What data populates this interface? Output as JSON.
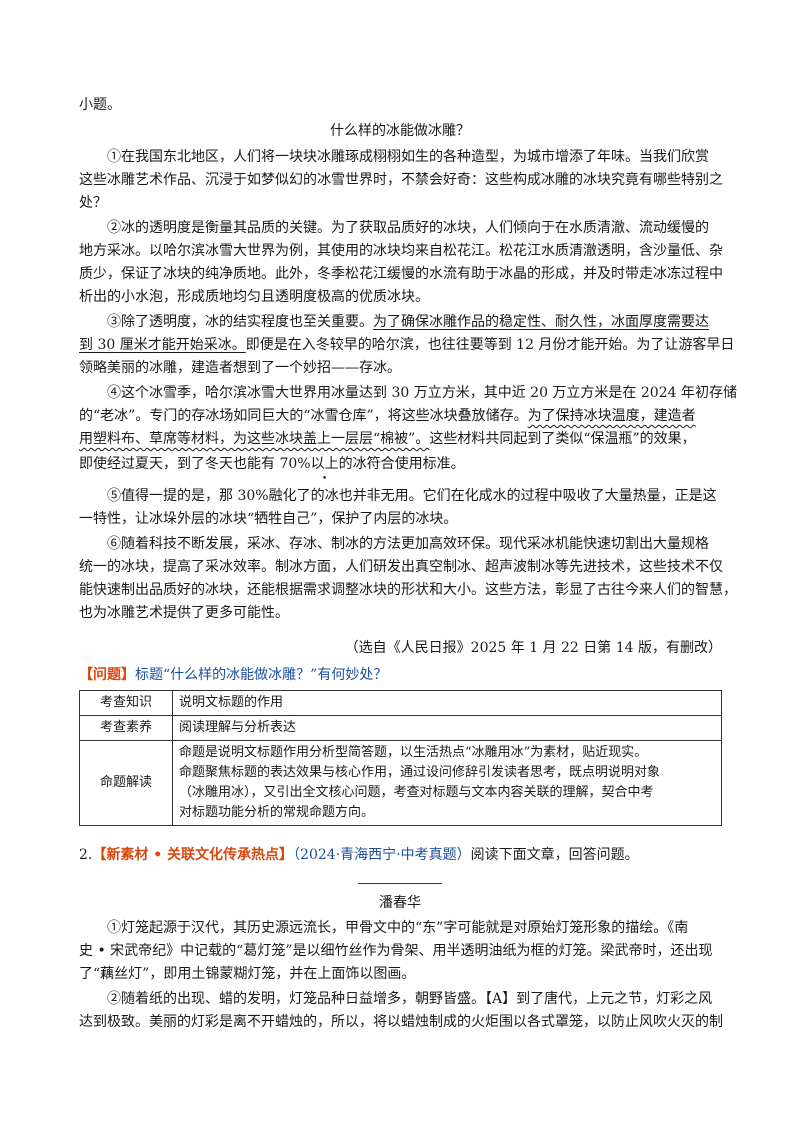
{
  "lines": {
    "l01": "小题。",
    "title1": "什么样的冰能做冰雕？",
    "p1a": "①在我国东北地区，人们将一块块冰雕琢成栩栩如生的各种造型，为城市增添了年味。当我们欣赏",
    "p1b": "这些冰雕艺术作品、沉浸于如梦似幻的冰雪世界时，不禁会好奇：这些构成冰雕的冰块究竟有哪些特别之",
    "p1c": "处？",
    "p2a": "②冰的透明度是衡量其品质的关键。为了获取品质好的冰块，人们倾向于在水质清澈、流动缓慢的",
    "p2b": "地方采冰。以哈尔滨冰雪大世界为例，其使用的冰块均来自松花江。松花江水质清澈透明，含沙量低、杂",
    "p2c": "质少，保证了冰块的纯净质地。此外，冬季松花江缓慢的水流有助于冰晶的形成，并及时带走冰冻过程中",
    "p2d": "析出的小水泡，形成质地均匀且透明度极高的优质冰块。",
    "p3a_pre": "③除了透明度，冰的结实程度也至关重要。",
    "p3a_ul": "为了确保冰雕作品的稳定性、耐久性，冰面厚度需要达",
    "p3b_ul": "到 30 厘米才能开始采冰。",
    "p3b_post": "即便是在入冬较早的哈尔滨，也往往要等到 12 月份才能开始。为了让游客早日",
    "p3c": "领略美丽的冰雕，建造者想到了一个妙招——存冰。",
    "p4a": "④这个冰雪季，哈尔滨冰雪大世界用冰量达到 30 万立方米，其中近 20 万立方米是在 2024 年初存储",
    "p4b_pre": "的“老冰”。专门的存冰场如同巨大的“冰雪仓库”，将这些冰块叠放储存。",
    "p4b_wavy": "为了保持冰块温度，建造者",
    "p4c_wavy": "用塑料布、草席等材料，为这些冰块盖上一层层“棉被”。",
    "p4c_post": "这些材料共同起到了类似“保温瓶”的效果，",
    "p4d_pre": "即使经过夏天，到了冬天也能有 70%",
    "p4d_dot": "以上",
    "p4d_post": "的冰符合使用标准。",
    "p5a": "⑤值得一提的是，那 30%融化了的冰也并非无用。它们在化成水的过程中吸收了大量热量，正是这",
    "p5b": "一特性，让冰垛外层的冰块“牺牲自己”，保护了内层的冰块。",
    "p6a": "⑥随着科技不断发展，采冰、存冰、制冰的方法更加高效环保。现代采冰机能快速切割出大量规格",
    "p6b": "统一的冰块，提高了采冰效率。制冰方面，人们研发出真空制冰、超声波制冰等先进技术，这些技术不仅",
    "p6c": "能快速制出品质好的冰块，还能根据需求调整冰块的形状和大小。这些方法，彰显了古往今来人们的智慧，",
    "p6d": "也为冰雕艺术提供了更多可能性。",
    "source": "（选自《人民日报》2025 年 1 月 22 日第 14 版，有删改）",
    "question_tag": "【问题】",
    "question_text": "标题“什么样的冰能做冰雕？”有何妙处？"
  },
  "table": {
    "rows": [
      {
        "key": "考查知识",
        "value": "说明文标题的作用"
      },
      {
        "key": "考查素养",
        "value": "阅读理解与分析表达"
      },
      {
        "key": "命题解读",
        "value_lines": [
          "命题是说明文标题作用分析型简答题，以生活热点“冰雕用冰”为素材，贴近现实。",
          "命题聚焦标题的表达效果与核心作用，通过设问修辞引发读者思考，既点明说明对象",
          "（冰雕用冰），又引出全文核心问题，考查对标题与文本内容关联的理解，契合中考",
          "对标题功能分析的常规命题方向。"
        ]
      }
    ]
  },
  "section2": {
    "num": "2.",
    "tag": "【新素材 • 关联文化传承热点】",
    "source_tag": "（2024·青海西宁·中考真题）",
    "instruction": "阅读下面文章，回答问题。",
    "author": "潘春华",
    "q1a": "①灯笼起源于汉代，其历史源远流长，甲骨文中的“东”字可能就是对原始灯笼形象的描绘。《南",
    "q1b": "史 • 宋武帝纪》中记载的“葛灯笼”是以细竹丝作为骨架、用半透明油纸为框的灯笼。梁武帝时，还出现",
    "q1c": "了“藕丝灯”，即用土锦蒙糊灯笼，并在上面饰以图画。",
    "q2a": "②随着纸的出现、蜡的发明，灯笼品种日益增多，朝野皆盛。【A】到了唐代，上元之节，灯彩之风",
    "q2b": "达到极致。美丽的灯彩是离不开蜡烛的，所以，将以蜡烛制成的火炬围以各式罩笼，以防止风吹火灭的制"
  },
  "colors": {
    "orange": "#d9480f",
    "blue": "#1c4fa0"
  }
}
